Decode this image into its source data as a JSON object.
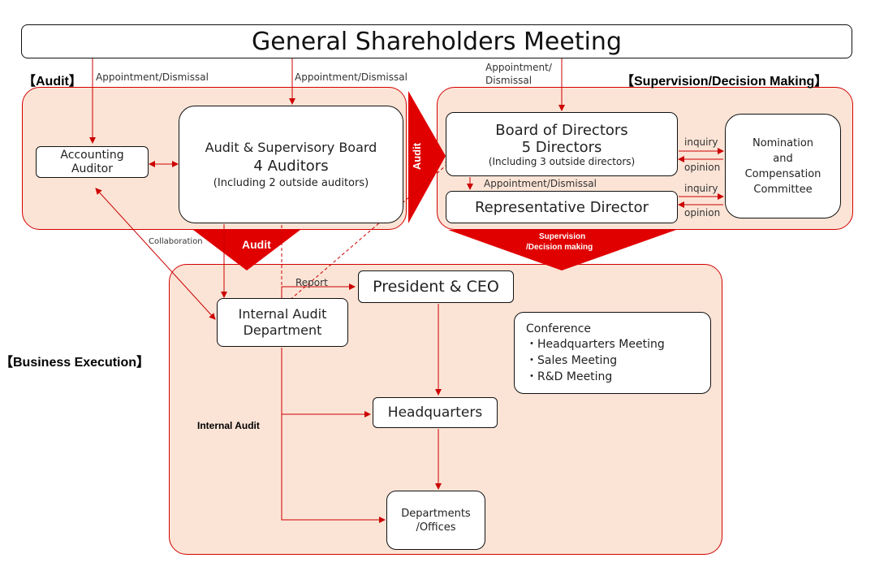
{
  "title": "General Shareholders Meeting",
  "sections": {
    "audit": "【Audit】",
    "supervision": "【Supervision/Decision Making】",
    "business": "【Business Execution】"
  },
  "boxes": {
    "accounting_auditor": [
      "Accounting",
      "Auditor"
    ],
    "audit_board": [
      "Audit & Supervisory Board",
      "4  Auditors",
      "(Including 2 outside auditors)"
    ],
    "board_directors": [
      "Board of Directors",
      "5 Directors",
      "(Including 3 outside directors)"
    ],
    "nomination": [
      "Nomination",
      "and",
      "Compensation",
      "Committee"
    ],
    "rep_director": "Representative Director",
    "president": "President & CEO",
    "internal_audit_dept": [
      "Internal Audit",
      "Department"
    ],
    "headquarters": "Headquarters",
    "departments": [
      "Departments",
      "/Offices"
    ],
    "conference": {
      "title": "Conference",
      "items": [
        "・Headquarters Meeting",
        "・Sales Meeting",
        "・R&D Meeting"
      ]
    }
  },
  "labels": {
    "appt_dismissal_1": "Appointment/Dismissal",
    "appt_dismissal_2": "Appointment/Dismissal",
    "appt_dismissal_3a": "Appointment/",
    "appt_dismissal_3b": "Dismissal",
    "appt_dismissal_rep": "Appointment/Dismissal",
    "inquiry_1": "inquiry",
    "opinion_1": "opinion",
    "inquiry_2": "inquiry",
    "opinion_2": "opinion",
    "collaboration": "Collaboration",
    "report": "Report",
    "internal_audit": "Internal Audit",
    "audit_vertical": "Audit",
    "audit_down": "Audit",
    "supervision_a": "Supervision",
    "supervision_b": "/Decision making"
  },
  "colors": {
    "accent": "#e00000",
    "region_fill": "#fbe4d6",
    "region_border": "#d40000",
    "line": "#cc0000"
  }
}
